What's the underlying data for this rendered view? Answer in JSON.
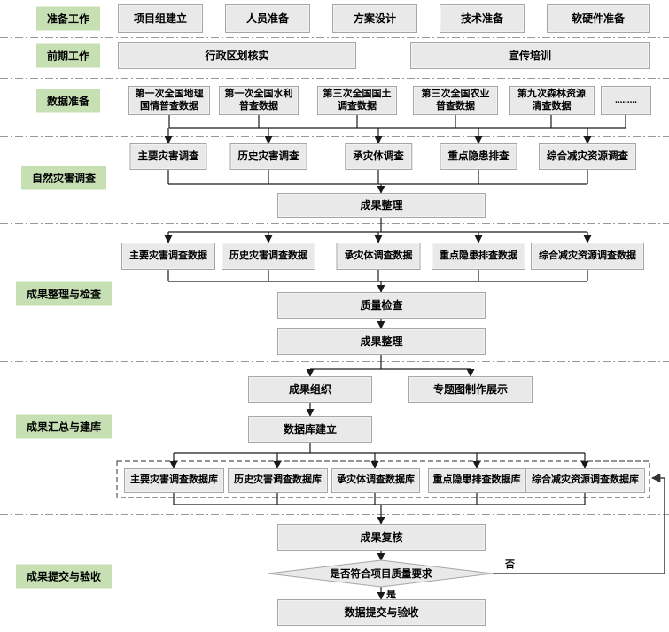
{
  "sections": {
    "labels": [
      "准备工作",
      "前期工作",
      "数据准备",
      "自然灾害调查",
      "成果整理与检查",
      "成果汇总与建库",
      "成果提交与验收"
    ]
  },
  "prep_row": [
    "项目组建立",
    "人员准备",
    "方案设计",
    "技术准备",
    "软硬件准备"
  ],
  "early_row": [
    "行政区划核实",
    "宣传培训"
  ],
  "data_sources": [
    "第一次全国地理\n国情普查数据",
    "第一次全国水利\n普查数据",
    "第三次全国国土\n调查数据",
    "第三次全国农业\n普查数据",
    "第九次森林资源\n清查数据",
    "........."
  ],
  "surveys": [
    "主要灾害调查",
    "历史灾害调查",
    "承灾体调查",
    "重点隐患排查",
    "综合减灾资源调查"
  ],
  "survey_results": [
    "主要灾害调查数据",
    "历史灾害调查数据",
    "承灾体调查数据",
    "重点隐患排查数据",
    "综合减灾资源调查数据"
  ],
  "databases": [
    "主要灾害调查数据库",
    "历史灾害调查数据库",
    "承灾体调查数据库",
    "重点隐患排查数据库",
    "综合减灾资源调查数据库"
  ],
  "process": {
    "collate1": "成果整理",
    "quality_check": "质量检查",
    "collate2": "成果整理",
    "organize": "成果组织",
    "thematic_map": "专题图制作展示",
    "db_build": "数据库建立",
    "review": "成果复核",
    "submit": "数据提交与验收"
  },
  "decision": {
    "question": "是否符合项目质量要求",
    "yes_label": "是",
    "no_label": "否"
  },
  "colors": {
    "section_label_bg": "#c6e0b4",
    "node_bg": "#e9e9e9",
    "node_border": "#a6a6a6",
    "separator": "#999999",
    "connector": "#1a1a1a"
  }
}
